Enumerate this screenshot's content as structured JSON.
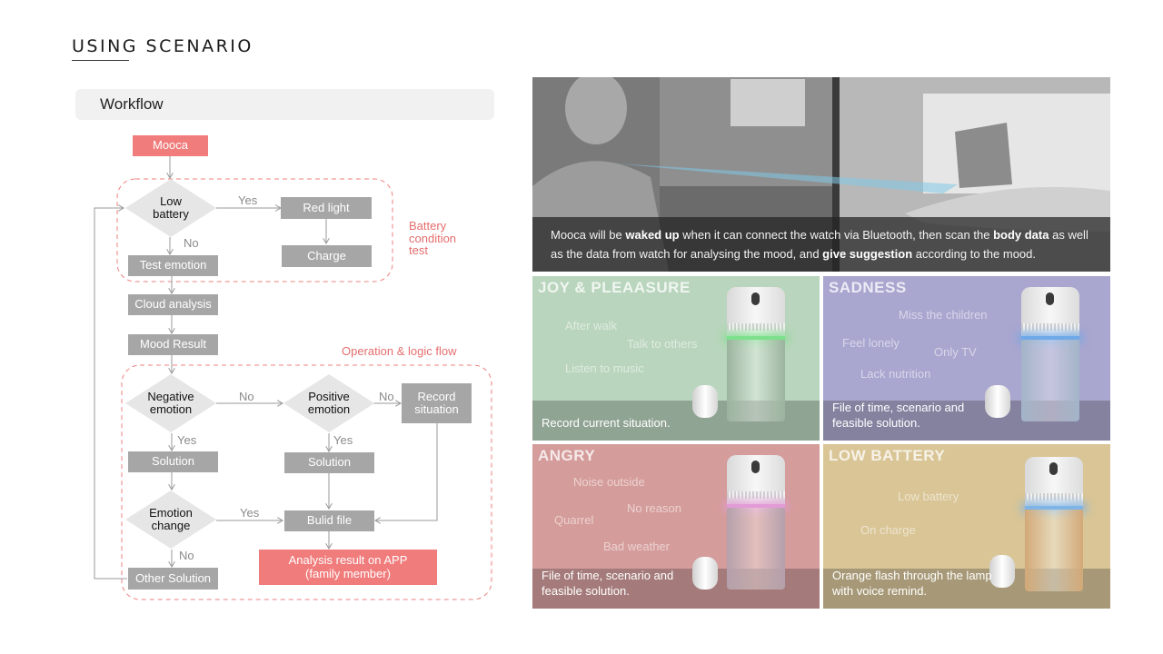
{
  "header": {
    "title": "USING SCENARIO",
    "section": "Workflow"
  },
  "flow": {
    "mooca": "Mooca",
    "low_battery": "Low\nbattery",
    "red_light": "Red light",
    "charge": "Charge",
    "test_emotion": "Test emotion",
    "cloud_analysis": "Cloud analysis",
    "mood_result": "Mood Result",
    "negative_emotion": "Negative\nemotion",
    "positive_emotion": "Positive\nemotion",
    "record_situation": "Record\nsituation",
    "solution_left": "Solution",
    "solution_right": "Solution",
    "emotion_change": "Emotion\nchange",
    "build_file": "Bulid file",
    "other_solution": "Other Solution",
    "analysis_result": "Analysis result on APP\n(family member)",
    "yes": "Yes",
    "no": "No",
    "battery_group": "Battery\ncondition\ntest",
    "operation_group": "Operation & logic flow"
  },
  "photo": {
    "caption_parts": [
      "Mooca will be ",
      "waked up",
      " when it can connect the watch via Bluetooth, then scan the ",
      "body data",
      " as well as the data from watch for analysing the mood, and ",
      "give suggestion",
      " according to the mood."
    ]
  },
  "panels": [
    {
      "title": "JOY & PLEAASURE",
      "words": [
        "After walk",
        "Talk to others",
        "Listen to music"
      ],
      "caption": "Record current situation.",
      "bg": "#b9d5bd",
      "ring": "#7de08c",
      "body": "#9cb49f"
    },
    {
      "title": "SADNESS",
      "words": [
        "Miss the children",
        "Feel lonely",
        "Only TV",
        "Lack nutrition"
      ],
      "caption": "File of time, scenario and feasible solution.",
      "bg": "#a9a6cf",
      "ring": "#6fa9e8",
      "body": "#a3b4c8"
    },
    {
      "title": "ANGRY",
      "words": [
        "Noise outside",
        "No reason",
        "Quarrel",
        "Bad weather"
      ],
      "caption": "File of time, scenario and feasible solution.",
      "bg": "#d49c9a",
      "ring": "#e39bd6",
      "body": "#b5a0ab"
    },
    {
      "title": "LOW BATTERY",
      "words": [
        "Low battery",
        "On charge"
      ],
      "caption": "Orange flash through the lamp with voice remind.",
      "bg": "#d9c596",
      "ring": "#7fb4e6",
      "body": "#d2a978"
    }
  ]
}
